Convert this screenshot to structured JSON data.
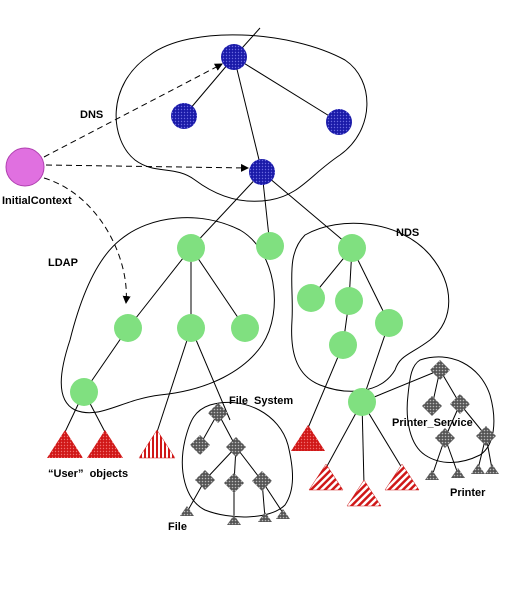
{
  "labels": {
    "dns": "DNS",
    "initial_context": "InitialContext",
    "ldap": "LDAP",
    "nds": "NDS",
    "file_system": "File  System",
    "printer_service": "Printer_Service",
    "user_objects": "“User”  objects",
    "file": "File",
    "printer": "Printer"
  },
  "colors": {
    "dns_node": "#1a1aa8",
    "initial_context": "#e070e0",
    "green_node": "#80e080",
    "gray_node": "#777777",
    "red_leaf": "#e02020"
  }
}
